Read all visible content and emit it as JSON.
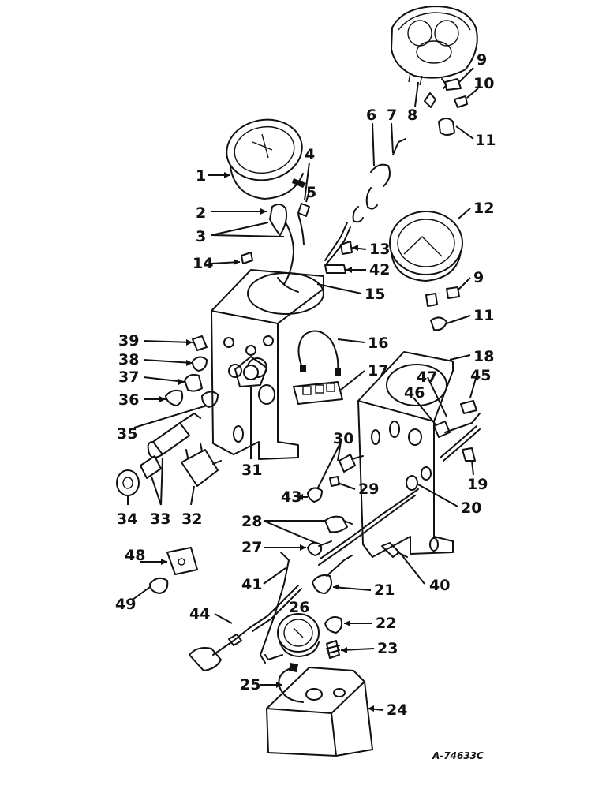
{
  "drawing_ref": "A-74633C",
  "callouts": [
    {
      "num": "1"
    },
    {
      "num": "2"
    },
    {
      "num": "3"
    },
    {
      "num": "4"
    },
    {
      "num": "5"
    },
    {
      "num": "6"
    },
    {
      "num": "7"
    },
    {
      "num": "8"
    },
    {
      "num": "9"
    },
    {
      "num": "10"
    },
    {
      "num": "11"
    },
    {
      "num": "12"
    },
    {
      "num": "13"
    },
    {
      "num": "14"
    },
    {
      "num": "15"
    },
    {
      "num": "16"
    },
    {
      "num": "17"
    },
    {
      "num": "18"
    },
    {
      "num": "9"
    },
    {
      "num": "11"
    },
    {
      "num": "19"
    },
    {
      "num": "20"
    },
    {
      "num": "21"
    },
    {
      "num": "22"
    },
    {
      "num": "23"
    },
    {
      "num": "24"
    },
    {
      "num": "25"
    },
    {
      "num": "26"
    },
    {
      "num": "27"
    },
    {
      "num": "28"
    },
    {
      "num": "29"
    },
    {
      "num": "30"
    },
    {
      "num": "31"
    },
    {
      "num": "32"
    },
    {
      "num": "33"
    },
    {
      "num": "34"
    },
    {
      "num": "35"
    },
    {
      "num": "36"
    },
    {
      "num": "37"
    },
    {
      "num": "38"
    },
    {
      "num": "39"
    },
    {
      "num": "40"
    },
    {
      "num": "41"
    },
    {
      "num": "42"
    },
    {
      "num": "43"
    },
    {
      "num": "44"
    },
    {
      "num": "45"
    },
    {
      "num": "46"
    },
    {
      "num": "47"
    },
    {
      "num": "48"
    },
    {
      "num": "49"
    }
  ]
}
